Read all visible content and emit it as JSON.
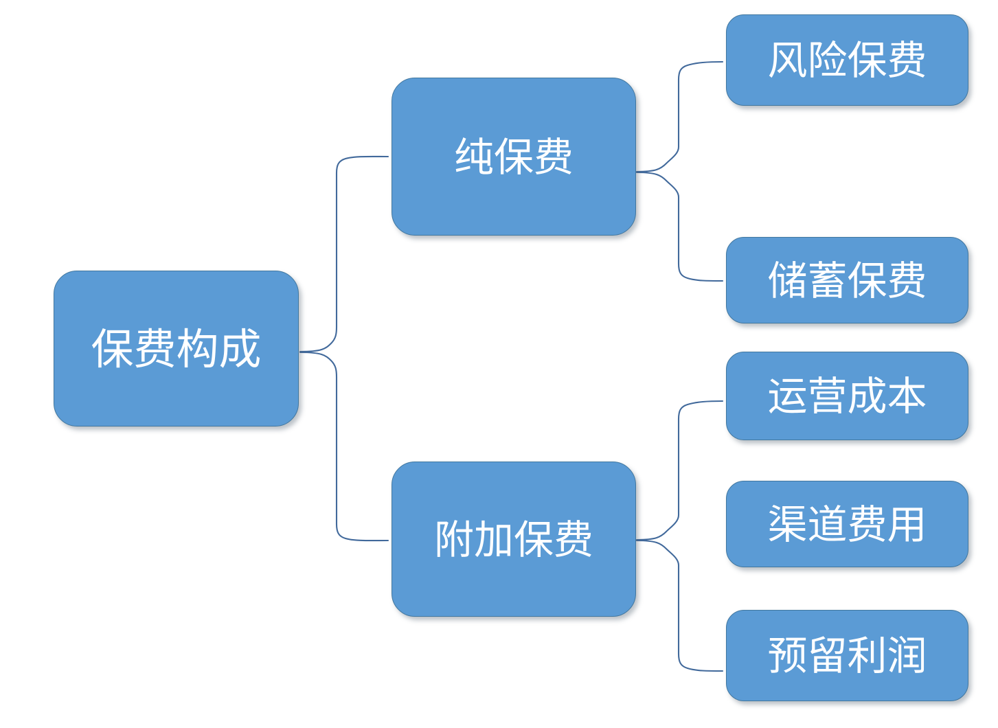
{
  "diagram": {
    "title": "保费构成",
    "type": "hierarchy-bracket-tree",
    "colors": {
      "node_fill": "#5B9BD5",
      "node_border": "#41779F",
      "node_text": "#FFFFFF",
      "connector": "#41699B",
      "background": "#FFFFFF"
    },
    "root": {
      "label": "保费构成"
    },
    "branches": [
      {
        "label": "纯保费",
        "children": [
          {
            "label": "风险保费"
          },
          {
            "label": "储蓄保费"
          }
        ]
      },
      {
        "label": "附加保费",
        "children": [
          {
            "label": "运营成本"
          },
          {
            "label": "渠道费用"
          },
          {
            "label": "预留利润"
          }
        ]
      }
    ],
    "leaves": [
      {
        "label": "风险保费"
      },
      {
        "label": "储蓄保费"
      },
      {
        "label": "运营成本"
      },
      {
        "label": "渠道费用"
      },
      {
        "label": "预留利润"
      }
    ]
  }
}
